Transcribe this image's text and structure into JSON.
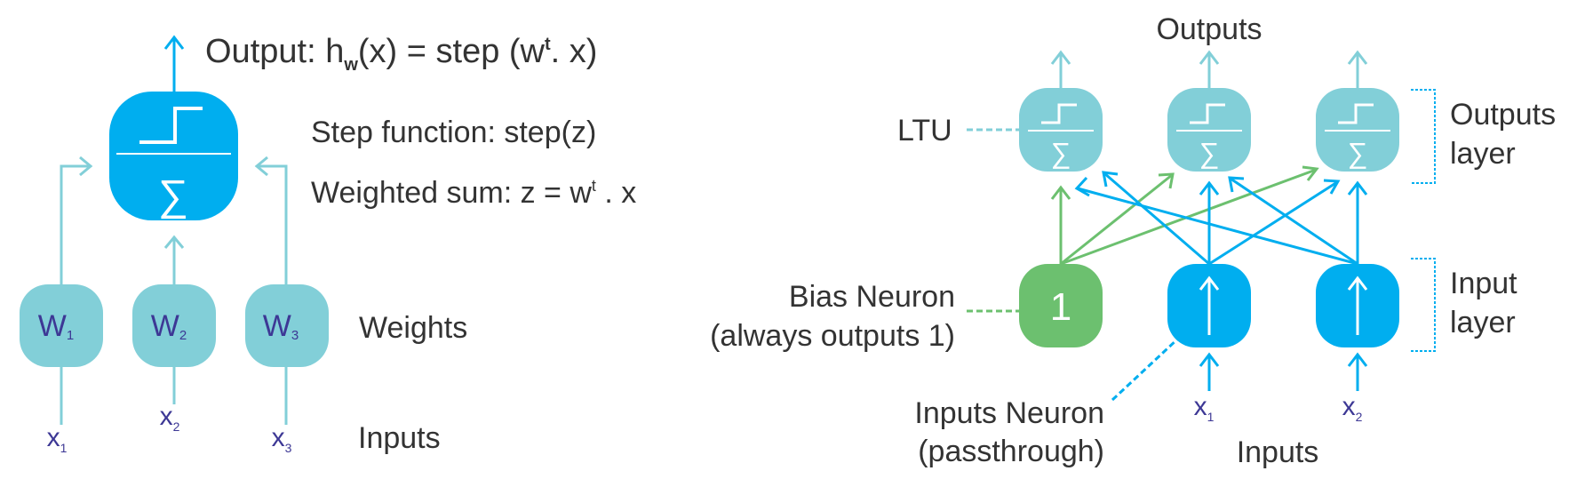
{
  "colors": {
    "neuron_blue": "#00aeef",
    "neuron_teal": "#82cfd8",
    "bias_green": "#6cc06f",
    "label_text": "#333333",
    "variable_text": "#3d3895",
    "connection_blue": "#00aeef",
    "connection_green": "#6cc06f",
    "connection_teal": "#82cfd8"
  },
  "perceptron": {
    "output_label": {
      "prefix": "Output: h",
      "sub": "w",
      "middle": "(x) = step (w",
      "sup": "t",
      "suffix": ". x)"
    },
    "step_label": "Step function: step(z)",
    "weighted_sum_label": {
      "prefix": "Weighted sum: z = w",
      "sup": "t",
      "suffix": " . x"
    },
    "weights_label": "Weights",
    "inputs_label": "Inputs",
    "neuron": {
      "step_icon": "step-function-icon",
      "sum_icon": "sigma-icon",
      "sum_symbol": "∑"
    },
    "weights": [
      {
        "name": "W",
        "sub": "1"
      },
      {
        "name": "W",
        "sub": "2"
      },
      {
        "name": "W",
        "sub": "3"
      }
    ],
    "inputs": [
      {
        "name": "x",
        "sub": "1"
      },
      {
        "name": "x",
        "sub": "2"
      },
      {
        "name": "x",
        "sub": "3"
      }
    ]
  },
  "network": {
    "outputs_label": "Outputs",
    "ltu_label": "LTU",
    "outputs_layer_label": [
      "Outputs",
      "layer"
    ],
    "input_layer_label": [
      "Input",
      "layer"
    ],
    "bias_label": [
      "Bias Neuron",
      "(always outputs 1)"
    ],
    "inputs_neuron_label": [
      "Inputs Neuron",
      "(passthrough)"
    ],
    "inputs_label": "Inputs",
    "bias_value": "1",
    "sum_symbol": "∑",
    "inputs": [
      {
        "name": "x",
        "sub": "1"
      },
      {
        "name": "x",
        "sub": "2"
      }
    ],
    "output_neurons": 3,
    "input_neurons": [
      "bias",
      "x1",
      "x2"
    ]
  }
}
